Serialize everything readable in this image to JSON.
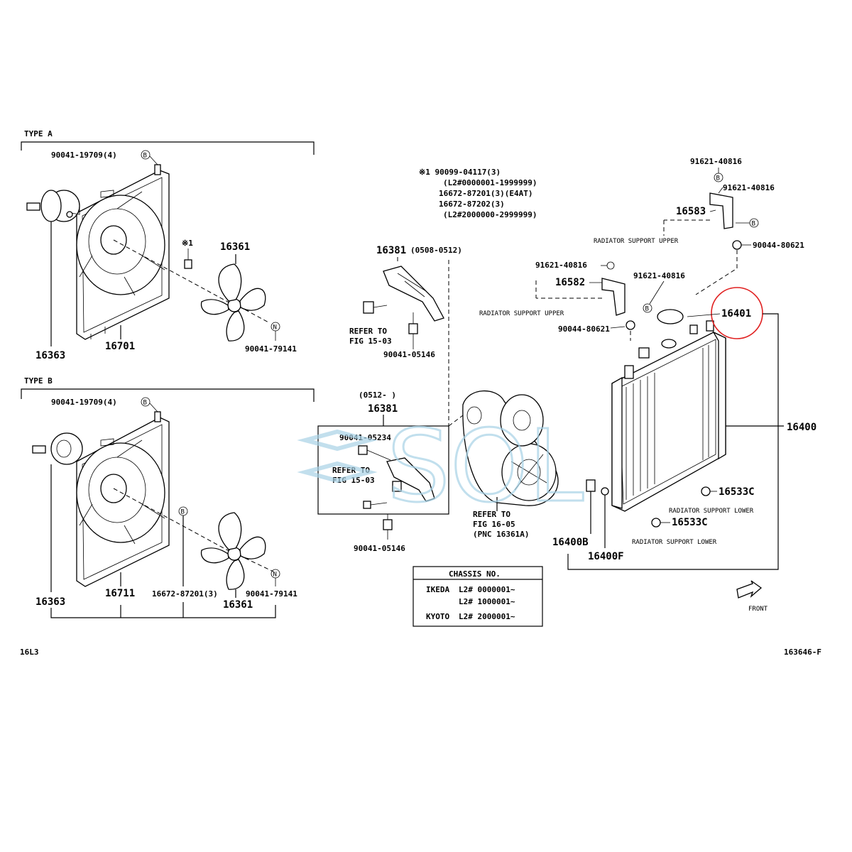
{
  "type_a": {
    "heading": "TYPE A",
    "bolt": "90041-19709(4)",
    "note_mark": "※1",
    "fan_label": "16361",
    "nut": "90041-79141",
    "motor": "16363",
    "shroud": "16701",
    "badge_b": "B",
    "badge_n": "N"
  },
  "type_b": {
    "heading": "TYPE B",
    "bolt": "90041-19709(4)",
    "motor": "16363",
    "shroud": "16711",
    "clip": "16672-87201(3)",
    "fan_label": "16361",
    "nut": "90041-79141",
    "badge_b": "B",
    "badge_n": "N"
  },
  "note1": {
    "line1": "※1  90099-04117(3)",
    "line2": "(L2#0000001-1999999)",
    "line3": "16672-87201(3)(E4AT)",
    "line4": "16672-87202(3)",
    "line5": "(L2#2000000-2999999)"
  },
  "bracket_1": {
    "label": "16381",
    "range": "(0508-0512)",
    "refer1": "REFER TO",
    "refer2": "FIG 15-03",
    "bolt": "90041-05146"
  },
  "bracket_2": {
    "range": "(0512-      )",
    "label": "16381",
    "bolt_top": "90041-05234",
    "refer1": "REFER TO",
    "refer2": "FIG 15-03",
    "bolt_bottom": "90041-05146"
  },
  "fan_refer": {
    "line1": "REFER TO",
    "line2": "FIG 16-05",
    "line3": "(PNC 16361A)"
  },
  "radiator": {
    "bolt_top1": "91621-40816",
    "bolt_top2": "91621-40816",
    "support_1": "16583",
    "badge_b": "B",
    "nut_1": "90044-80621",
    "support_upper_1": "RADIATOR SUPPORT UPPER",
    "bolt_mid1": "91621-40816",
    "bolt_mid2": "91621-40816",
    "support_2": "16582",
    "support_upper_2": "RADIATOR SUPPORT UPPER",
    "nut_2": "90044-80621",
    "cap": "16401",
    "radiator": "16400",
    "cushion_1": "16533C",
    "support_lower_1": "RADIATOR SUPPORT LOWER",
    "cushion_2": "16533C",
    "support_lower_2": "RADIATOR SUPPORT LOWER",
    "drain": "16400B",
    "plug": "16400F",
    "front": "FRONT"
  },
  "chassis_table": {
    "header": "CHASSIS NO.",
    "rows": [
      {
        "plant": "IKEDA",
        "number": "L2# 0000001~"
      },
      {
        "plant": "",
        "number": "L2# 1000001~"
      },
      {
        "plant": "KYOTO",
        "number": "L2# 2000001~"
      }
    ]
  },
  "footer": {
    "left": "16L3",
    "right": "163646-F"
  },
  "watermark": "SOL",
  "colors": {
    "highlight": "#e02020",
    "watermark": "#a8d2e6"
  }
}
